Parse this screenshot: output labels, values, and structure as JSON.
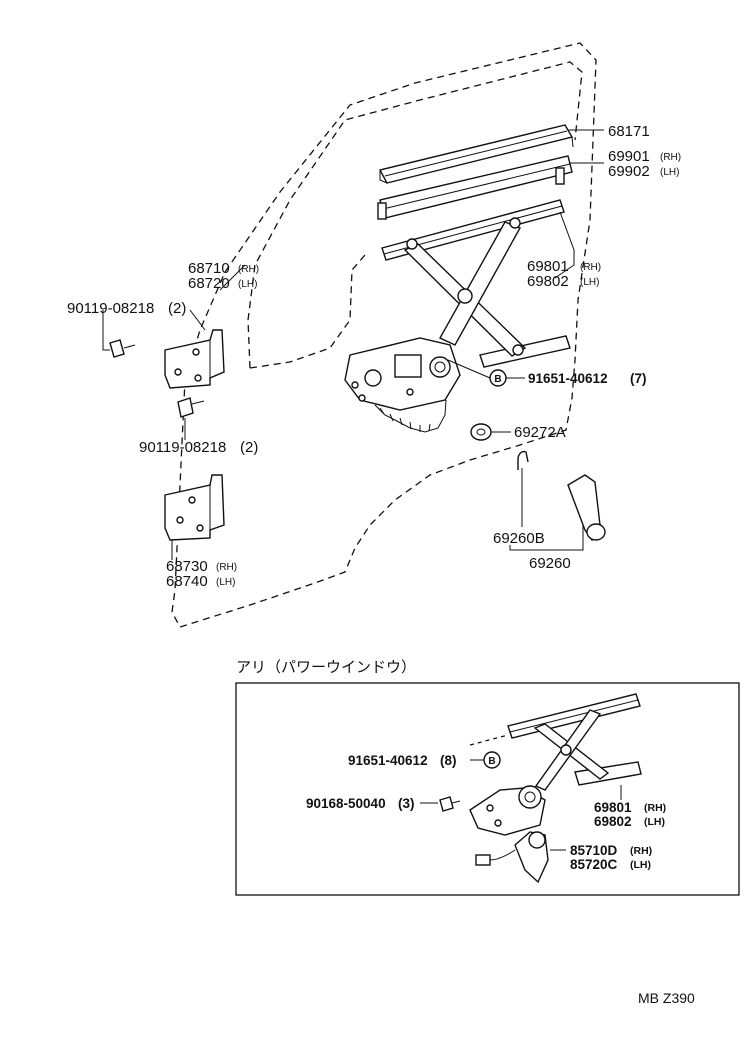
{
  "diagram": {
    "footer_code": "MB  Z390",
    "parts": [
      {
        "id": "p68171",
        "number": "68171",
        "suffix": ""
      },
      {
        "id": "p69901",
        "number": "69901",
        "suffix": "(RH)"
      },
      {
        "id": "p69902",
        "number": "69902",
        "suffix": "(LH)"
      },
      {
        "id": "p68710",
        "number": "68710",
        "suffix": "(RH)"
      },
      {
        "id": "p68720",
        "number": "68720",
        "suffix": "(LH)"
      },
      {
        "id": "p69801",
        "number": "69801",
        "suffix": "(RH)"
      },
      {
        "id": "p69802",
        "number": "69802",
        "suffix": "(LH)"
      },
      {
        "id": "p90119a",
        "number": "90119-08218",
        "suffix": "(2)"
      },
      {
        "id": "p91651a",
        "number": "91651-40612",
        "suffix": "(7)"
      },
      {
        "id": "p69272a",
        "number": "69272A",
        "suffix": ""
      },
      {
        "id": "p90119b",
        "number": "90119-08218",
        "suffix": "(2)"
      },
      {
        "id": "p69260b",
        "number": "69260B",
        "suffix": ""
      },
      {
        "id": "p69260",
        "number": "69260",
        "suffix": ""
      },
      {
        "id": "p68730",
        "number": "68730",
        "suffix": "(RH)"
      },
      {
        "id": "p68740",
        "number": "68740",
        "suffix": "(LH)"
      }
    ],
    "marker_letter": "B",
    "power_window": {
      "title": "アリ（パワーウインドウ）",
      "parts": [
        {
          "id": "pw91651",
          "number": "91651-40612",
          "suffix": "(8)"
        },
        {
          "id": "pw90168",
          "number": "90168-50040",
          "suffix": "(3)"
        },
        {
          "id": "pw69801",
          "number": "69801",
          "suffix": "(RH)"
        },
        {
          "id": "pw69802",
          "number": "69802",
          "suffix": "(LH)"
        },
        {
          "id": "pw85710",
          "number": "85710D",
          "suffix": "(RH)"
        },
        {
          "id": "pw85720",
          "number": "85720C",
          "suffix": "(LH)"
        }
      ]
    }
  }
}
